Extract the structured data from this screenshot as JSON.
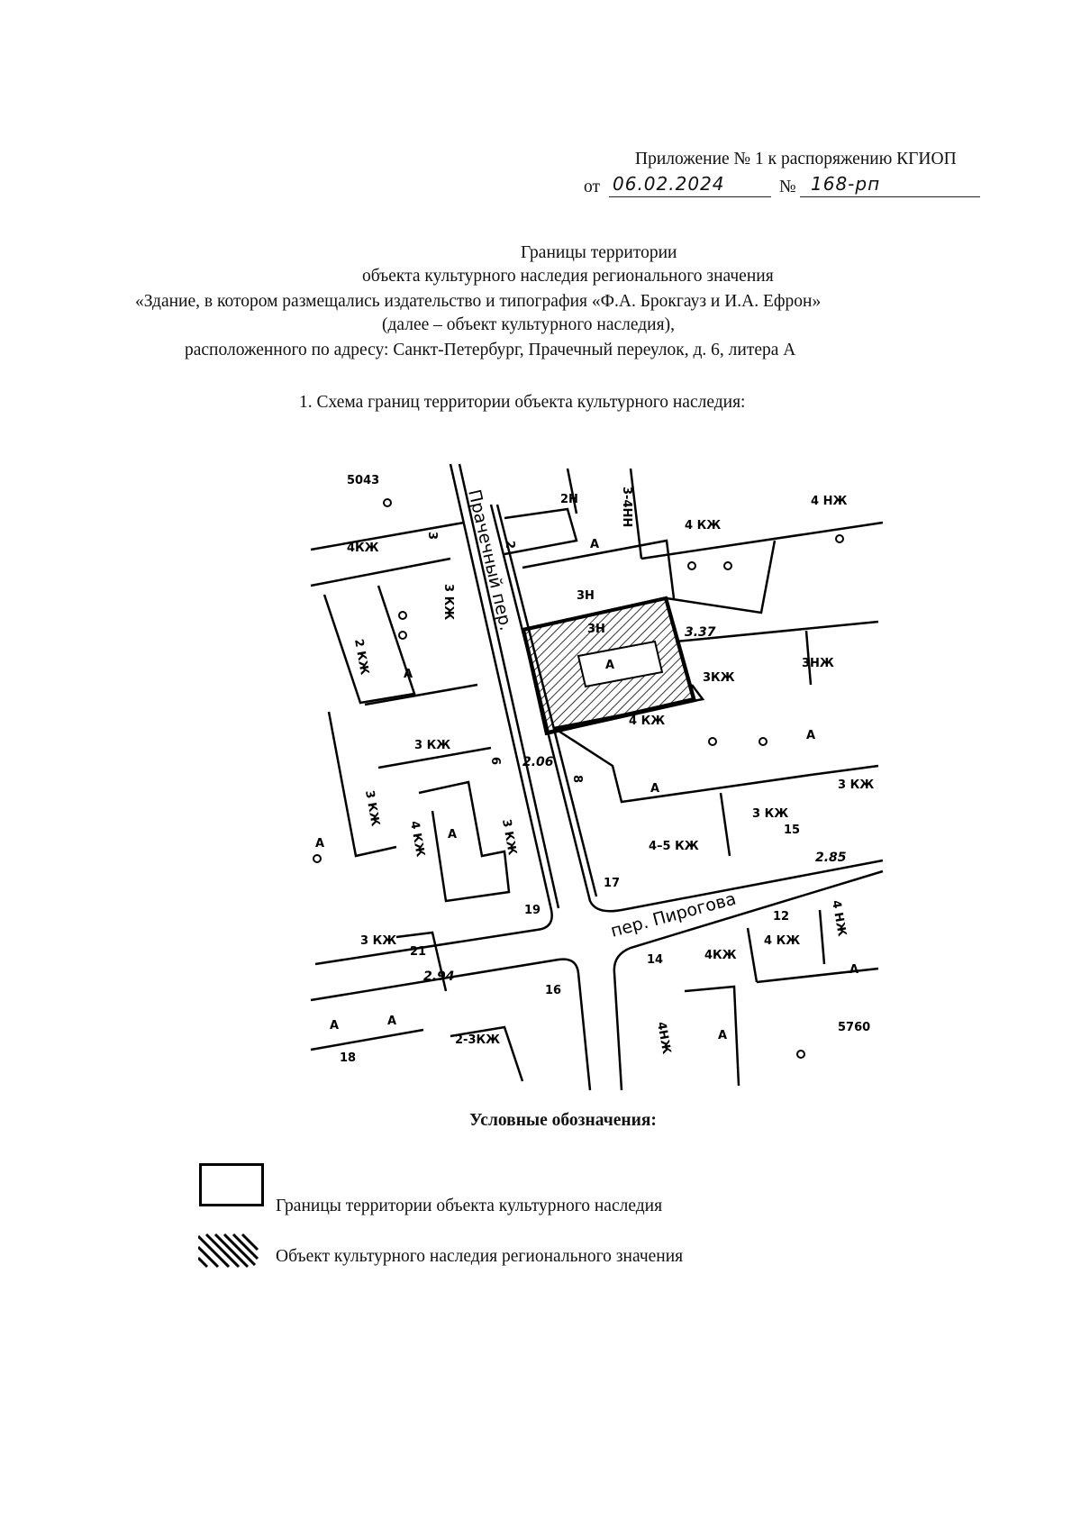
{
  "header": {
    "appendix_line": "Приложение № 1 к распоряжению КГИОП",
    "from_label": "от",
    "date_handwritten": "06.02.2024",
    "number_label": "№",
    "number_handwritten": "168-рп"
  },
  "title": {
    "line1": "Границы территории",
    "line2": "объекта культурного наследия регионального значения",
    "line3": "«Здание, в котором размещались издательство и типография «Ф.А. Брокгауз и И.А. Ефрон»",
    "line4": "(далее – объект культурного наследия),",
    "line5": "расположенного по адресу: Санкт-Петербург, Прачечный переулок, д. 6, литера А"
  },
  "section1": "1.   Схема границ территории объекта культурного наследия:",
  "map": {
    "street_prachechny": "Прачечный пер.",
    "street_pirogova": "пер. Пирогова",
    "elevations": [
      "3.37",
      "2.06",
      "2.85",
      "2.94"
    ],
    "labels": [
      "5043",
      "4КЖ",
      "3",
      "2",
      "2Н",
      "3-4НН",
      "А",
      "4 КЖ",
      "4 НЖ",
      "3Н",
      "3 КЖ",
      "2 КЖ",
      "А",
      "3Н",
      "А",
      "3КЖ",
      "3НЖ",
      "4 КЖ",
      "3 КЖ",
      "6",
      "8",
      "А",
      "А",
      "3 КЖ",
      "3 КЖ",
      "15",
      "3 КЖ",
      "4 КЖ",
      "А",
      "3 КЖ",
      "4–5 КЖ",
      "17",
      "19",
      "12",
      "4 НЖ",
      "3 КЖ",
      "21",
      "14",
      "4КЖ",
      "4 КЖ",
      "А",
      "16",
      "А",
      "А",
      "2-3КЖ",
      "4НЖ",
      "А",
      "5760",
      "18",
      "А"
    ]
  },
  "legend": {
    "title": "Условные обозначения:",
    "items": [
      {
        "icon": "boundary-rectangle-icon",
        "label": "Границы территории объекта культурного наследия"
      },
      {
        "icon": "hatched-fill-icon",
        "label": "Объект культурного наследия регионального значения"
      }
    ]
  }
}
